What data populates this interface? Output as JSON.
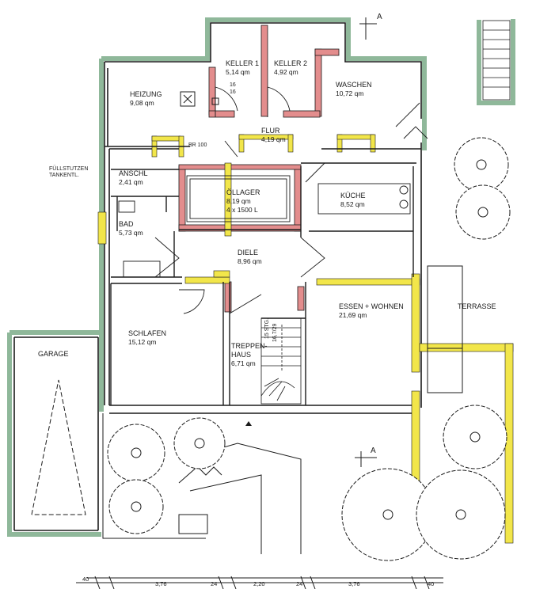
{
  "rooms": {
    "keller1": {
      "name": "KELLER 1",
      "area": "5,14 qm"
    },
    "keller2": {
      "name": "KELLER 2",
      "area": "4,92 qm"
    },
    "heizung": {
      "name": "HEIZUNG",
      "area": "9,08 qm"
    },
    "waschen": {
      "name": "WASCHEN",
      "area": "10,72 qm"
    },
    "flur": {
      "name": "FLUR",
      "area": "4,19 qm"
    },
    "anschl": {
      "name": "ANSCHL",
      "area": "2,41 qm"
    },
    "oellager": {
      "name": "ÖLLAGER",
      "area": "8,19 qm",
      "extra": "4 x 1500 L"
    },
    "kueche": {
      "name": "KÜCHE",
      "area": "8,52 qm"
    },
    "bad": {
      "name": "BAD",
      "area": "5,73 qm"
    },
    "diele": {
      "name": "DIELE",
      "area": "8,96 qm"
    },
    "schlafen": {
      "name": "SCHLAFEN",
      "area": "15,12 qm"
    },
    "treppenhaus": {
      "name": "TREPPEN-",
      "name2": "HAUS",
      "area": "6,71 qm"
    },
    "essen": {
      "name": "ESSEN + WOHNEN",
      "area": "21,69 qm"
    },
    "terrasse": {
      "name": "TERRASSE"
    },
    "garage": {
      "name": "GARAGE"
    }
  },
  "notes": {
    "fuellstutzen": "FÜLLSTUTZEN",
    "tankentl": "TANKENTL.",
    "br": "BR 100",
    "door16": "16",
    "door16b": "16",
    "stairs1": "15 STG.",
    "stairs2": "16,7/29",
    "section_a_top": "A",
    "section_a_bottom": "A"
  },
  "dimensions": [
    "40",
    "3,76",
    "24",
    "2,20",
    "24",
    "3,76",
    "40"
  ],
  "colors": {
    "wall_new": "#f2e64a",
    "wall_demo": "#e38d8d",
    "wall_green": "#8fb89a",
    "line": "#1b1b1b"
  }
}
